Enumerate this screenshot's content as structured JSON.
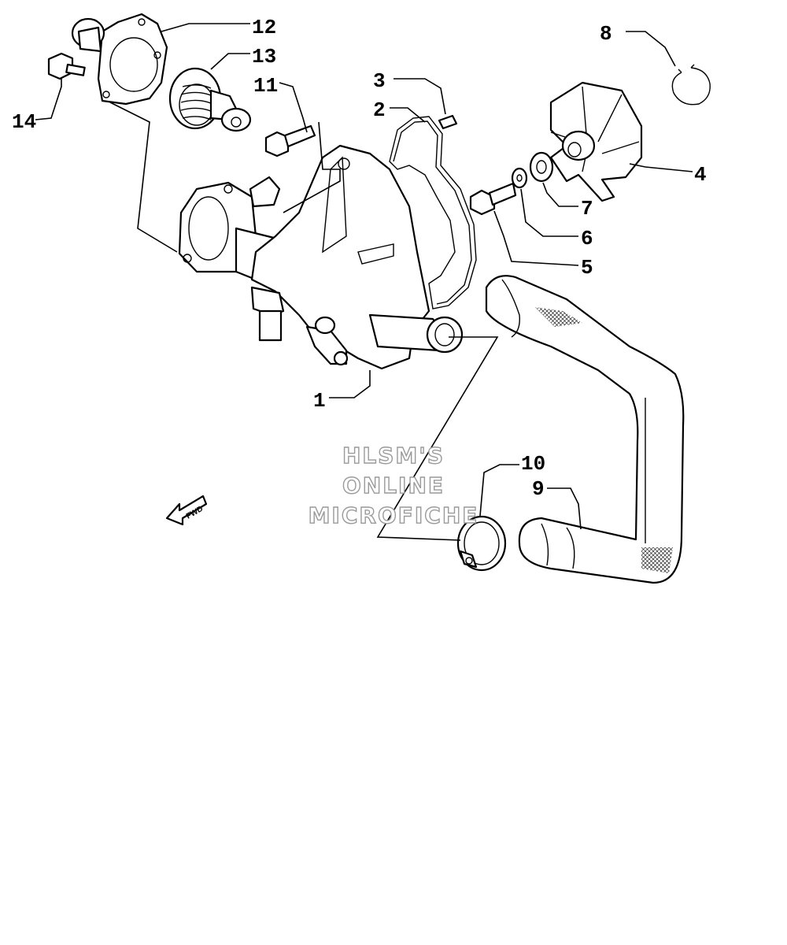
{
  "callouts": {
    "c1": "1",
    "c2": "2",
    "c3": "3",
    "c4": "4",
    "c5": "5",
    "c6": "6",
    "c7": "7",
    "c8": "8",
    "c9": "9",
    "c10": "10",
    "c11": "11",
    "c12": "12",
    "c13": "13",
    "c14": "14"
  },
  "watermark": {
    "line1": "HLSM'S",
    "line2": "ONLINE",
    "line3": "MICROFICHE"
  },
  "fwd_label": "FWD"
}
